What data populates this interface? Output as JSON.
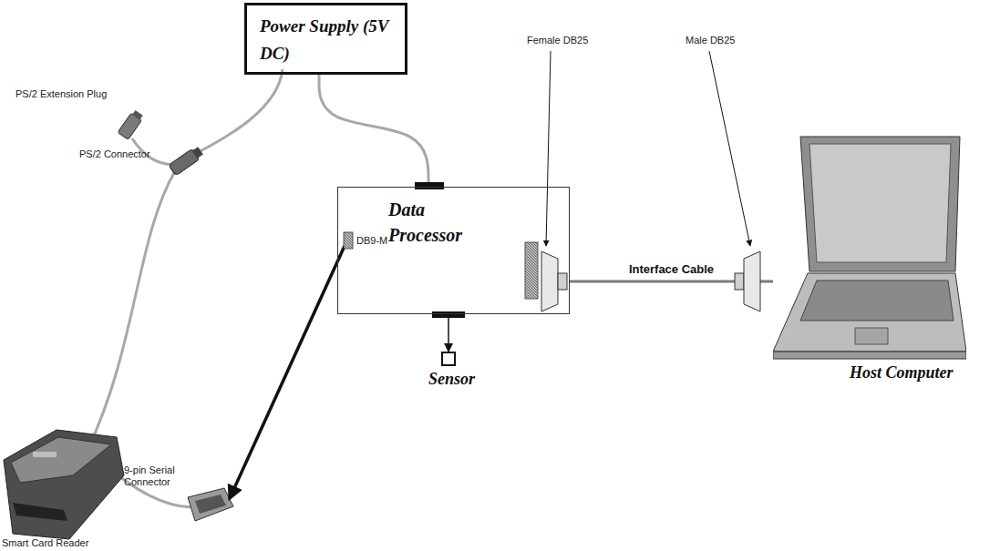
{
  "diagram": {
    "nodes": [
      {
        "text": [
          "Power Supply (5V DC)"
        ]
      },
      {
        "text": [
          "Data Processor"
        ]
      },
      {
        "text": [
          "Sensor"
        ]
      },
      {
        "text": [
          "Host Computer"
        ]
      }
    ],
    "edges": [
      {
        "from": 0,
        "to": 1,
        "arrow": "none"
      },
      {
        "from": 1,
        "to": 2,
        "arrow": "to"
      },
      {
        "from": 1,
        "to": 3,
        "label": "Interface Cable",
        "arrow": "none"
      }
    ],
    "labels": [
      "PS/2 Extension Plug",
      "PS/2 Connector",
      "9-pin Serial Connector",
      "Smart Card Reader",
      "DB9-M",
      "Female DB25",
      "Male DB25"
    ]
  }
}
